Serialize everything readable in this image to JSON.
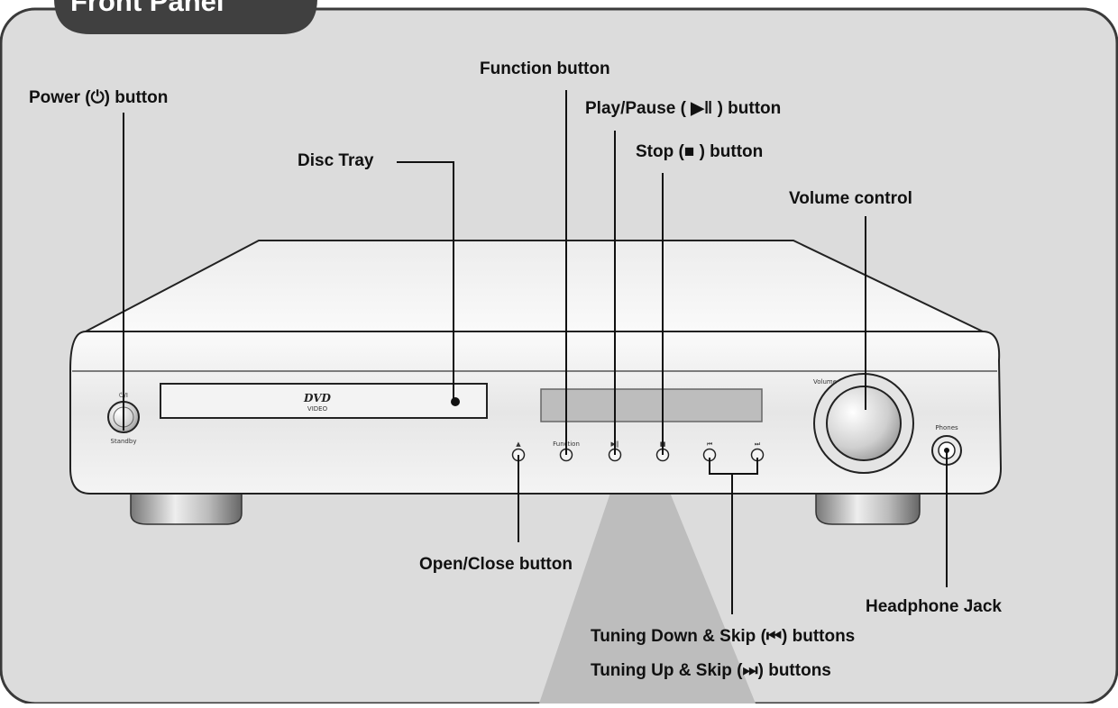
{
  "section": {
    "title": "Front Panel"
  },
  "labels": {
    "power": "Power (⏻) button",
    "disc_tray": "Disc Tray",
    "function": "Function button",
    "play_pause": "Play/Pause ( ▶‖ ) button",
    "stop": "Stop (■ ) button",
    "volume": "Volume control",
    "open_close": "Open/Close button",
    "headphone": "Headphone Jack",
    "tuning_down": "Tuning Down & Skip (⏮) buttons",
    "tuning_up": "Tuning Up & Skip (⏭) buttons"
  },
  "device": {
    "power_symbol": "⏻/I",
    "standby": "Standby",
    "dvd_logo": "DVD",
    "dvd_sub": "VIDEO",
    "eject_symbol": "▲",
    "function_label": "Function",
    "play_symbol": "▶‖",
    "stop_symbol": "■",
    "prev_symbol": "⏮",
    "next_symbol": "⏭",
    "volume_label": "Volume",
    "phones_label": "Phones"
  },
  "colors": {
    "panel_bg": "#dcdcdc",
    "tab_bg": "#404040",
    "beam": "#bdbdbd"
  }
}
